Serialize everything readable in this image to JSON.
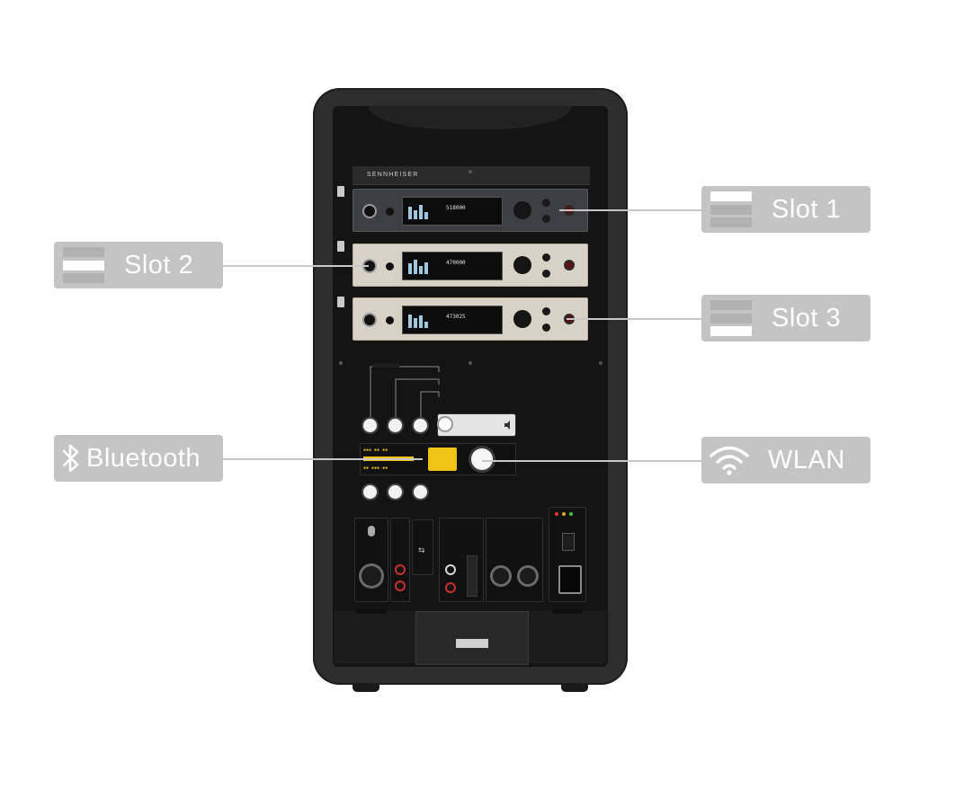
{
  "callouts": {
    "slot1": {
      "label": "Slot 1",
      "icon": "slot-1-icon"
    },
    "slot2": {
      "label": "Slot 2",
      "icon": "slot-2-icon"
    },
    "slot3": {
      "label": "Slot 3",
      "icon": "slot-3-icon"
    },
    "bluetooth": {
      "label": "Bluetooth",
      "icon": "bluetooth-icon"
    },
    "wlan": {
      "label": "WLAN",
      "icon": "wifi-icon"
    }
  },
  "device": {
    "brand": "SENNHEISER",
    "receivers": [
      {
        "frequency": "518000"
      },
      {
        "frequency": "470000"
      },
      {
        "frequency": "473025"
      }
    ]
  },
  "colors": {
    "callout_bg": "#c4c4c4",
    "callout_text": "#ffffff",
    "leader_line": "#c7c7c7",
    "speaker_body": "#2e2e2e",
    "accent_yellow": "#f0c417"
  }
}
